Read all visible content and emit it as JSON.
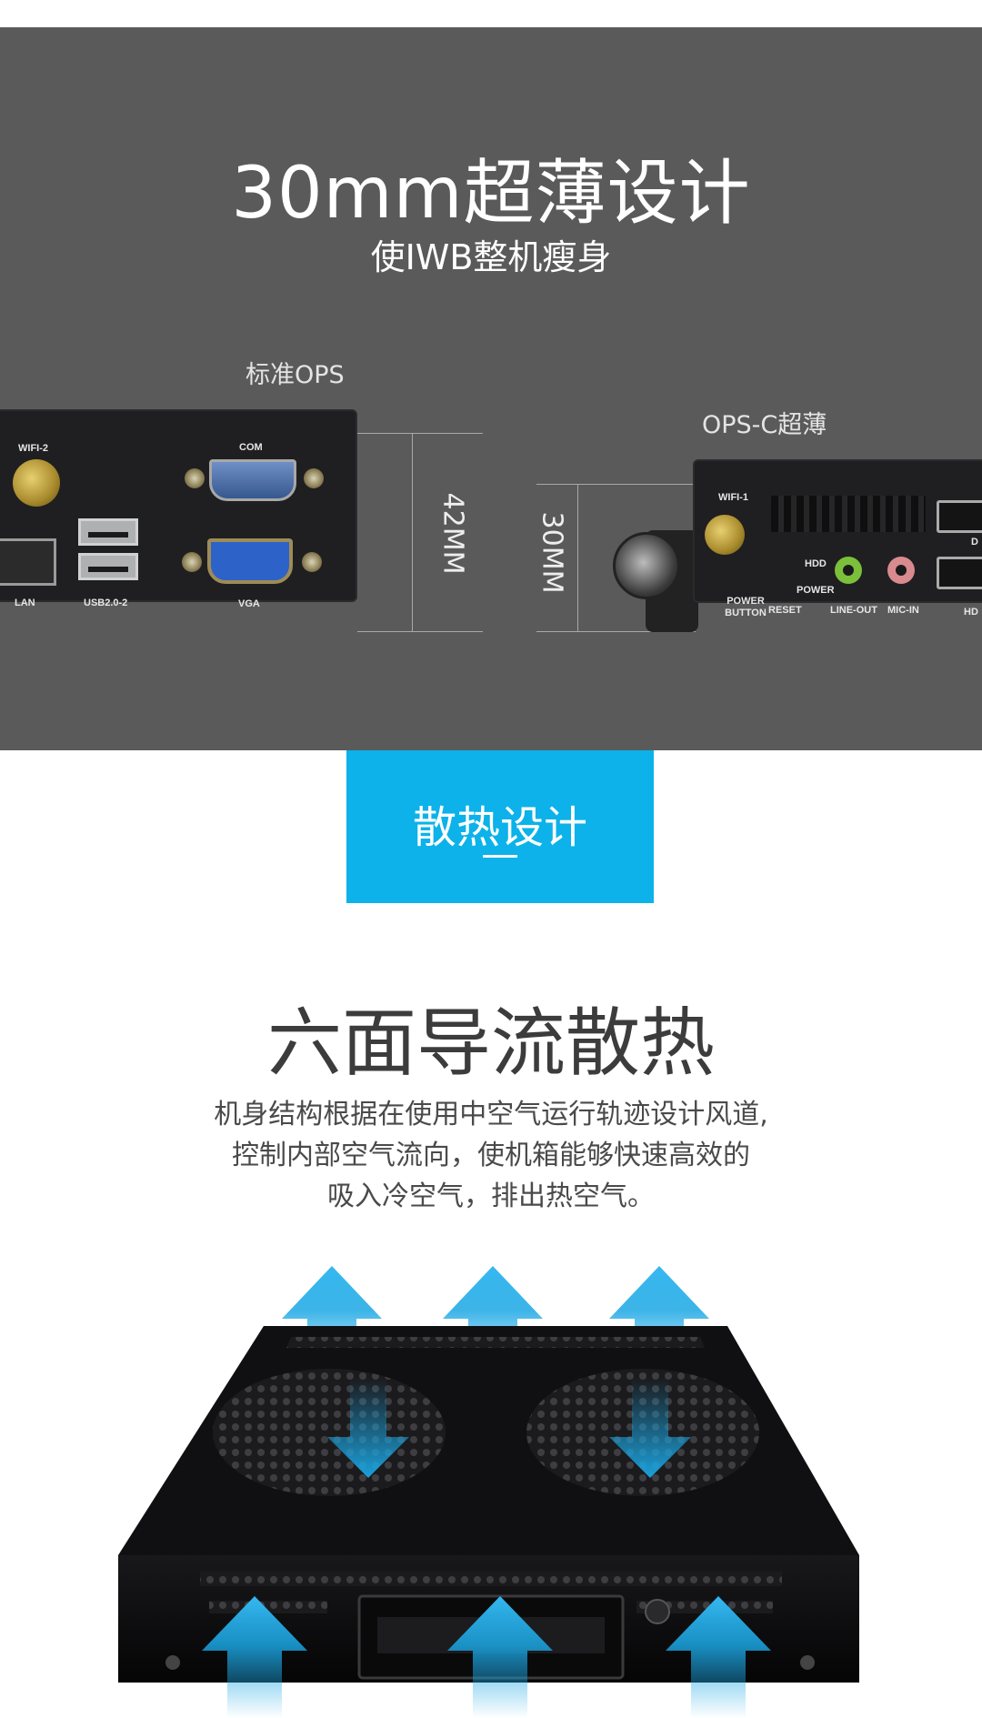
{
  "slim": {
    "title": "30mm超薄设计",
    "subtitle": "使IWB整机瘦身",
    "standard_label": "标准OPS",
    "standard_height": "42MM",
    "opsc_label": "OPS-C超薄",
    "opsc_height": "30MM"
  },
  "standard_ports": {
    "wifi": "WIFI-2",
    "com": "COM",
    "lan": "LAN",
    "usb": "USB2.0-2",
    "vga": "VGA"
  },
  "opsc_ports": {
    "wifi": "WIFI-1",
    "hdd": "HDD",
    "power": "POWER",
    "power_button": "POWER BUTTON",
    "reset": "RESET",
    "line_out": "LINE-OUT",
    "mic_in": "MIC-IN",
    "dp": "D",
    "hdmi": "HD"
  },
  "cooling": {
    "tab_label": "散热设计",
    "title": "六面导流散热",
    "desc_line1": "机身结构根据在使用中空气运行轨迹设计风道,",
    "desc_line2": "控制内部空气流向，使机箱能够快速高效的",
    "desc_line3": "吸入冷空气，排出热空气。"
  },
  "colors": {
    "dark_bg": "#5b5a5b",
    "accent_blue": "#0cb2e9",
    "arrow_blue": "#1ba7e4"
  }
}
